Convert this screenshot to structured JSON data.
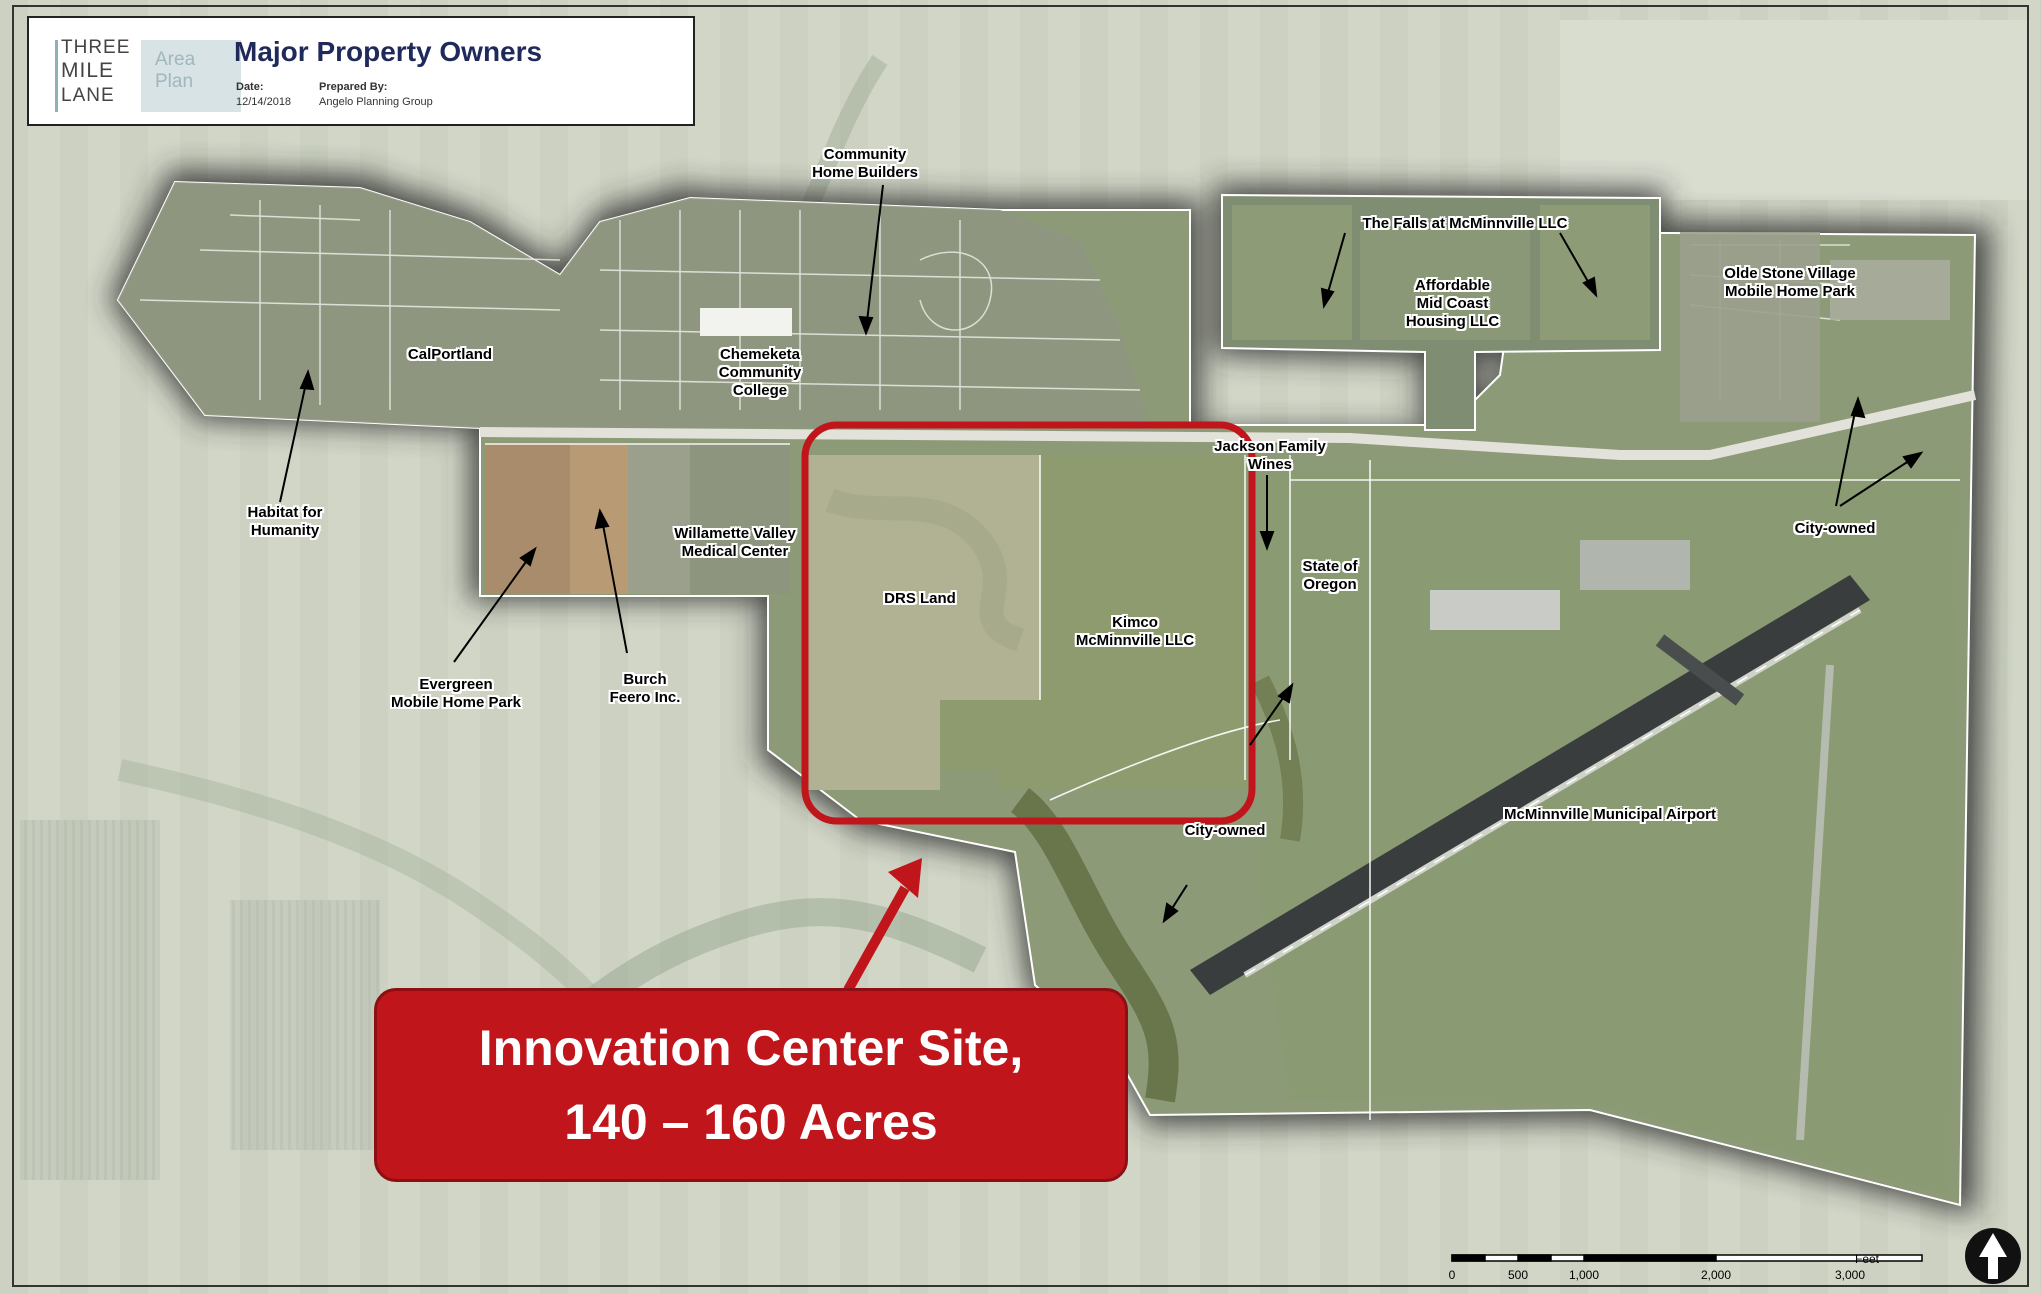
{
  "title_block": {
    "logo_three": "THREE",
    "logo_mile": "MILE",
    "logo_lane": "LANE",
    "logo_area": "Area",
    "logo_plan": "Plan",
    "map_title": "Major Property Owners",
    "date_label": "Date:",
    "date_value": "12/14/2018",
    "prepared_label": "Prepared By:",
    "prepared_value": "Angelo Planning Group"
  },
  "labels": {
    "community_home_builders": "Community\nHome Builders",
    "calportland": "CalPortland",
    "chemeketa": "Chemeketa\nCommunity\nCollege",
    "habitat": "Habitat for\nHumanity",
    "willamette": "Willamette Valley\nMedical Center",
    "evergreen": "Evergreen\nMobile Home Park",
    "burch": "Burch\nFeero Inc.",
    "drs_land": "DRS Land",
    "kimco": "Kimco\nMcMinnville LLC",
    "jackson": "Jackson Family\nWines",
    "state_of_oregon": "State of\nOregon",
    "falls": "The Falls at McMinnville LLC",
    "affordable": "Affordable\nMid Coast\nHousing LLC",
    "olde_stone": "Olde Stone Village\nMobile Home Park",
    "city_owned_east": "City-owned",
    "city_owned_south": "City-owned",
    "airport": "McMinnville Municipal Airport"
  },
  "callout": {
    "line1": "Innovation Center Site,",
    "line2": "140 – 160 Acres"
  },
  "scale_bar": {
    "ticks": [
      "0",
      "500",
      "1,000",
      "2,000",
      "3,000"
    ],
    "unit": "Feet"
  },
  "north_arrow_icon": "north-arrow-icon",
  "colors": {
    "highlight_red": "#c0151b",
    "title_navy": "#1f2a5a",
    "logo_teal": "#8fb0b8"
  }
}
